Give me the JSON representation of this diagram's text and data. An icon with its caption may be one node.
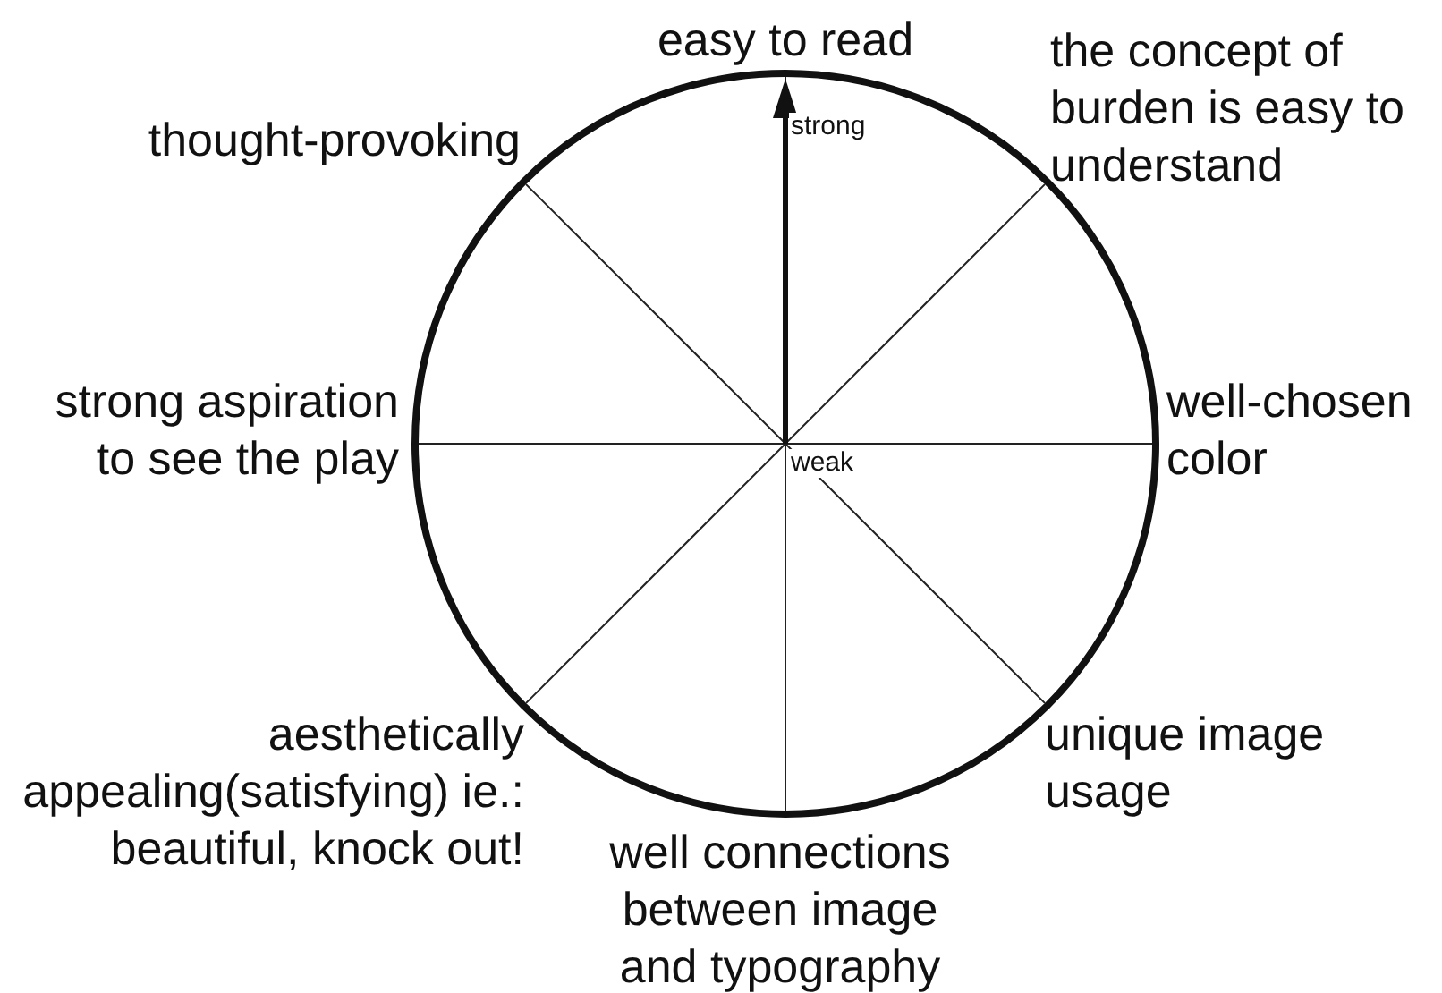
{
  "diagram": {
    "labels": [
      "easy to read",
      "the concept of burden is easy to understand",
      "thought-provoking",
      "strong aspiration to see the play",
      "well-chosen color",
      "aesthetically appealing(satisfying) ie.: beautiful, knock out!",
      "unique image usage",
      "well connections between image and typography",
      "strong",
      "weak"
    ]
  }
}
